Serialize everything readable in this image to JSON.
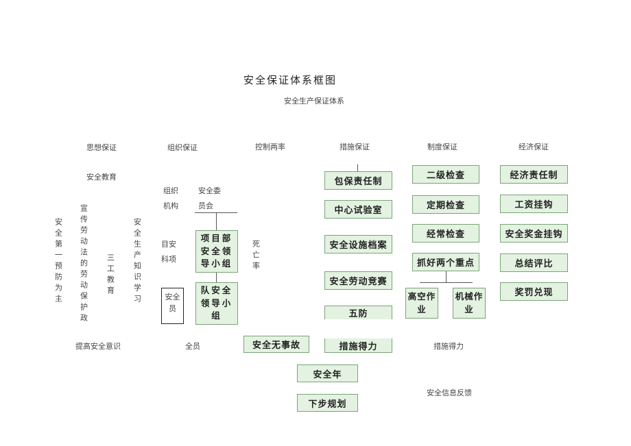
{
  "title": "安全保证体系框图",
  "subtitle": "安全生产保证体系",
  "categories": {
    "thought": "思想保证",
    "organization": "组织保证",
    "control": "控制两率",
    "measures": "措施保证",
    "system": "制度保证",
    "economy": "经济保证"
  },
  "thought": {
    "safety_education": "安全教育",
    "col1": "安全第一预防为主",
    "col2": "宣传劳动法的劳动保护政",
    "col3": "三工教育",
    "col4": "安全生产知识学习",
    "bottom": "提高安全意识"
  },
  "organization": {
    "org_label1": "组织",
    "org_label2": "机构",
    "committee1": "安全委",
    "committee2": "员会",
    "project1": "目安",
    "project2": "科项",
    "project_team": "项目部安全领导小组",
    "safety_officer": "安全员",
    "team_group": "队安全领导小组",
    "bottom": "全员"
  },
  "control": {
    "death_rate": "死亡率",
    "no_accident": "安全无事故"
  },
  "measures": {
    "items": [
      "包保责任制",
      "中心试验室",
      "安全设施档案",
      "安全劳动竞赛",
      "五防"
    ],
    "result": "措施得力"
  },
  "system": {
    "items": [
      "二级检查",
      "定期检查",
      "经常检查",
      "抓好两个重点"
    ],
    "focus1": "高空作业",
    "focus2": "机械作业",
    "bottom": "措施得力"
  },
  "economy": {
    "items": [
      "经济责任制",
      "工资挂钩",
      "安全奖金挂钩",
      "总结评比",
      "奖罚兑现"
    ]
  },
  "bottom": {
    "safety_year": "安全年",
    "next_plan": "下步规划",
    "feedback": "安全信息反馈"
  },
  "colors": {
    "box_fill": "#e3f2e1",
    "box_border": "#7aa377"
  }
}
